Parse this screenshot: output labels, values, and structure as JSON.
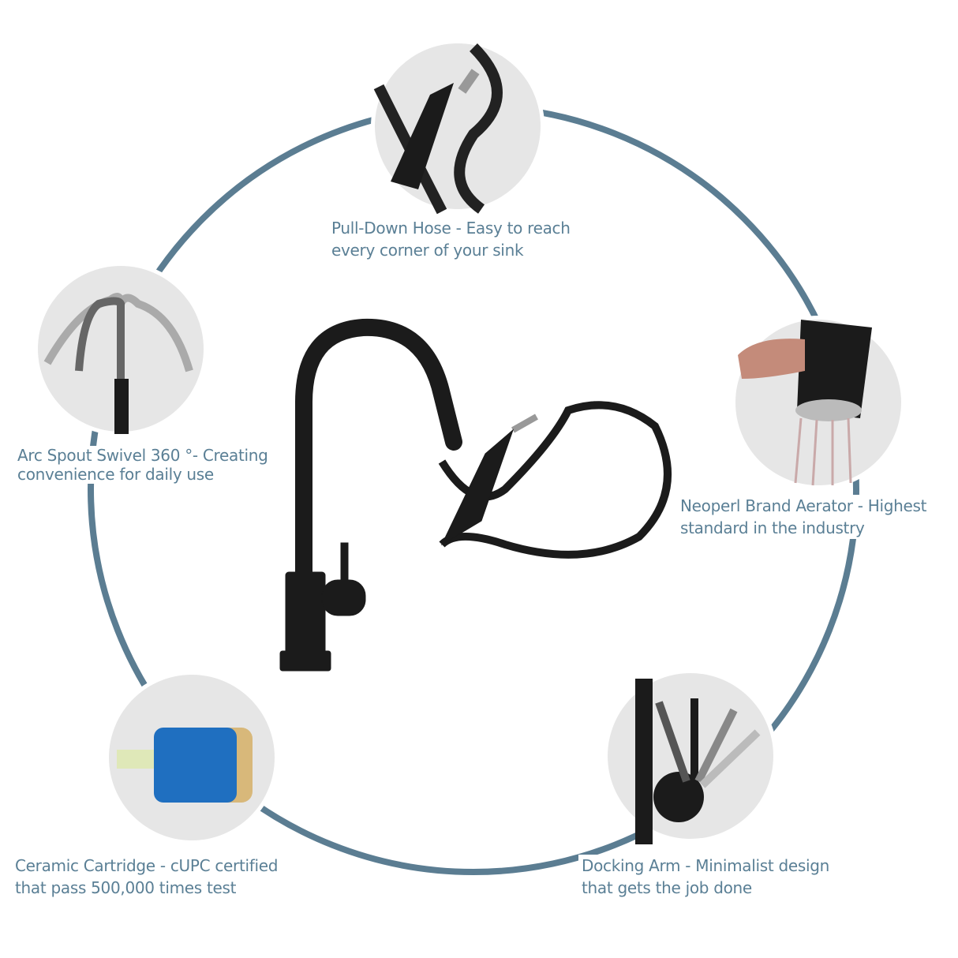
{
  "colors": {
    "ring": "#5b7d92",
    "text": "#5a7f95",
    "faucet": "#1b1b1b",
    "thumb_bg": "#e6e6e6",
    "cartridge_blue": "#1f6fc0",
    "cartridge_gold": "#d8b87a"
  },
  "features": [
    {
      "id": "hose",
      "icon": "pull-down-hose-photo",
      "line1": "Pull-Down Hose - Easy to reach",
      "line2": "every corner of your sink"
    },
    {
      "id": "swivel",
      "icon": "arc-spout-swivel-photo",
      "line1": "Arc Spout Swivel 360 °- Creating",
      "line2": "convenience for daily use"
    },
    {
      "id": "aerator",
      "icon": "aerator-photo",
      "line1": "Neoperl Brand Aerator - Highest",
      "line2": "standard in the industry"
    },
    {
      "id": "cartridge",
      "icon": "ceramic-cartridge-photo",
      "line1": "Ceramic Cartridge - cUPC certified",
      "line2": "that pass 500,000 times test"
    },
    {
      "id": "docking",
      "icon": "docking-arm-photo",
      "line1": "Docking Arm - Minimalist design",
      "line2": "that gets the job done"
    }
  ]
}
